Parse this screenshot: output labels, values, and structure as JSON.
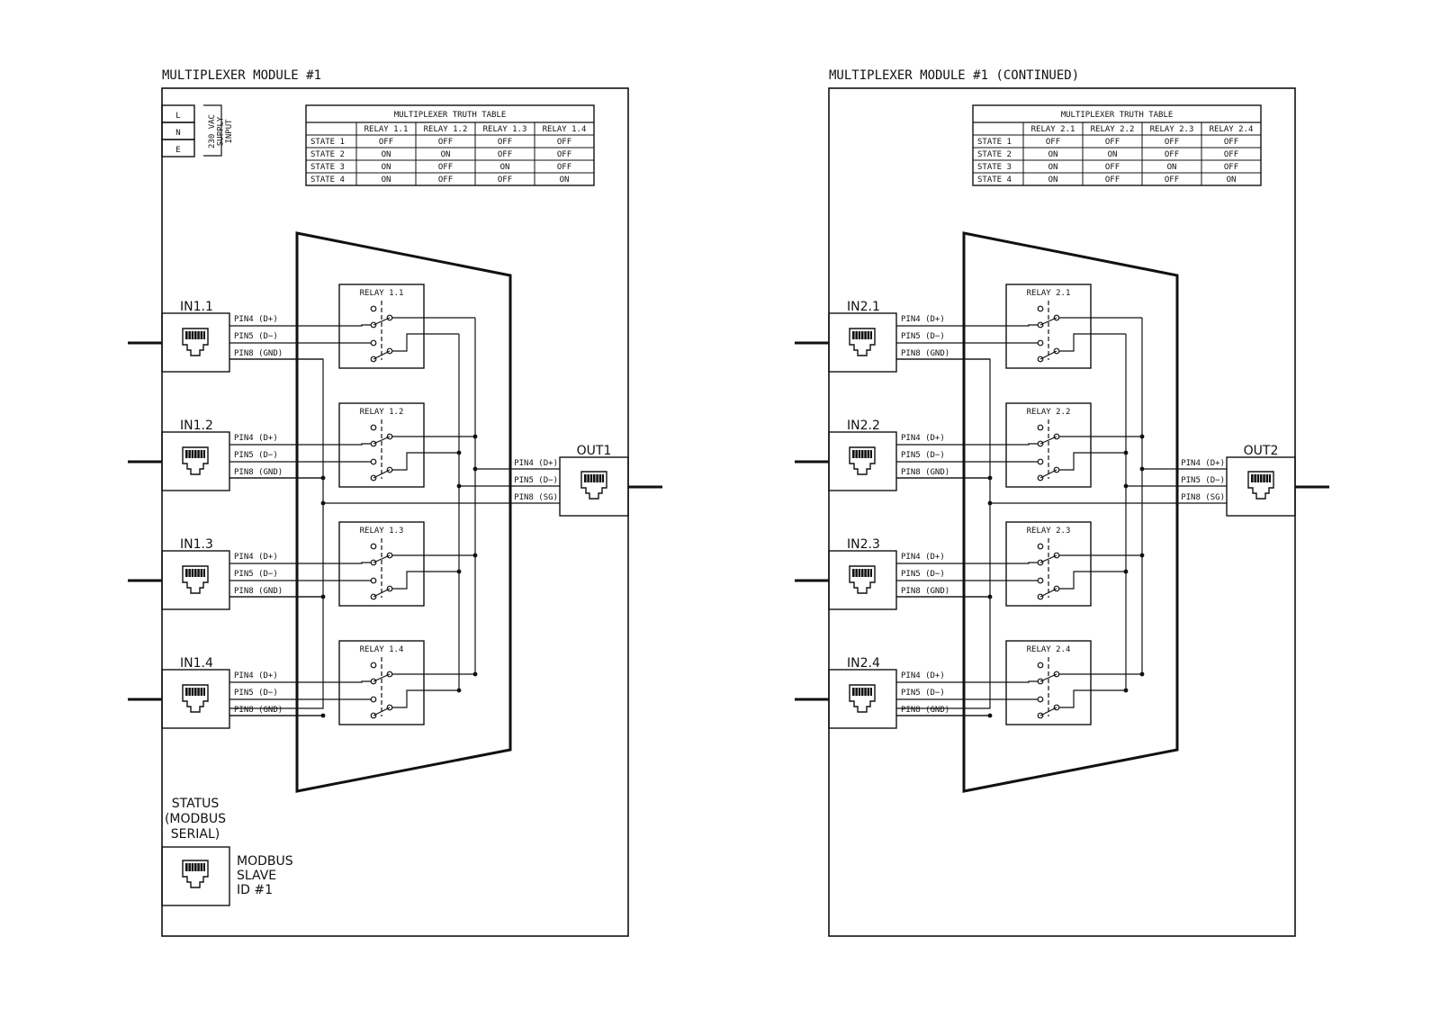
{
  "colors": {
    "ink": "#111111",
    "paper": "#ffffff"
  },
  "modules": [
    {
      "title": "MULTIPLEXER MODULE #1",
      "truth_table": {
        "title": "MULTIPLEXER TRUTH TABLE",
        "headers": [
          "RELAY 1.1",
          "RELAY 1.2",
          "RELAY 1.3",
          "RELAY 1.4"
        ],
        "rows": [
          {
            "state": "STATE 1",
            "values": [
              "OFF",
              "OFF",
              "OFF",
              "OFF"
            ]
          },
          {
            "state": "STATE 2",
            "values": [
              "ON",
              "ON",
              "OFF",
              "OFF"
            ]
          },
          {
            "state": "STATE 3",
            "values": [
              "ON",
              "OFF",
              "ON",
              "OFF"
            ]
          },
          {
            "state": "STATE 4",
            "values": [
              "ON",
              "OFF",
              "OFF",
              "ON"
            ]
          }
        ]
      },
      "inputs": [
        "IN1.1",
        "IN1.2",
        "IN1.3",
        "IN1.4"
      ],
      "relays": [
        "RELAY 1.1",
        "RELAY 1.2",
        "RELAY 1.3",
        "RELAY 1.4"
      ],
      "input_pins": [
        "PIN4 (D+)",
        "PIN5 (D−)",
        "PIN8 (GND)"
      ],
      "output": "OUT1",
      "output_pins": [
        "PIN4 (D+)",
        "PIN5 (D−)",
        "PIN8 (SG)"
      ],
      "supply": {
        "terminals": [
          "L",
          "N",
          "E"
        ],
        "label_lines": [
          "230 VAC",
          "SUPPLY",
          "INPUT"
        ]
      },
      "status": {
        "label_lines": [
          "STATUS",
          "(MODBUS",
          "SERIAL)"
        ],
        "modbus_lines": [
          "MODBUS",
          "SLAVE",
          "ID  #1"
        ]
      }
    },
    {
      "title": "MULTIPLEXER MODULE #1 (CONTINUED)",
      "truth_table": {
        "title": "MULTIPLEXER TRUTH TABLE",
        "headers": [
          "RELAY 2.1",
          "RELAY 2.2",
          "RELAY 2.3",
          "RELAY 2.4"
        ],
        "rows": [
          {
            "state": "STATE 1",
            "values": [
              "OFF",
              "OFF",
              "OFF",
              "OFF"
            ]
          },
          {
            "state": "STATE 2",
            "values": [
              "ON",
              "ON",
              "OFF",
              "OFF"
            ]
          },
          {
            "state": "STATE 3",
            "values": [
              "ON",
              "OFF",
              "ON",
              "OFF"
            ]
          },
          {
            "state": "STATE 4",
            "values": [
              "ON",
              "OFF",
              "OFF",
              "ON"
            ]
          }
        ]
      },
      "inputs": [
        "IN2.1",
        "IN2.2",
        "IN2.3",
        "IN2.4"
      ],
      "relays": [
        "RELAY 2.1",
        "RELAY 2.2",
        "RELAY 2.3",
        "RELAY 2.4"
      ],
      "input_pins": [
        "PIN4 (D+)",
        "PIN5 (D−)",
        "PIN8 (GND)"
      ],
      "output": "OUT2",
      "output_pins": [
        "PIN4 (D+)",
        "PIN5 (D−)",
        "PIN8 (SG)"
      ]
    }
  ]
}
